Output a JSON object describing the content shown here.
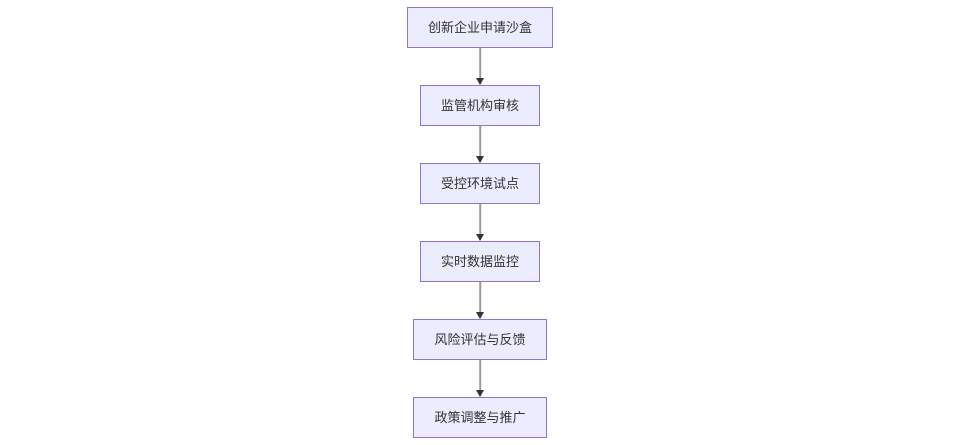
{
  "flowchart": {
    "type": "vertical-flowchart",
    "nodes": [
      {
        "label": "创新企业申请沙盒"
      },
      {
        "label": "监管机构审核"
      },
      {
        "label": "受控环境试点"
      },
      {
        "label": "实时数据监控"
      },
      {
        "label": "风险评估与反馈"
      },
      {
        "label": "政策调整与推广"
      }
    ],
    "edges": [
      {
        "from": 0,
        "to": 1
      },
      {
        "from": 1,
        "to": 2
      },
      {
        "from": 2,
        "to": 3
      },
      {
        "from": 3,
        "to": 4
      },
      {
        "from": 4,
        "to": 5
      }
    ],
    "colors": {
      "node_fill": "#ECECFF",
      "node_border": "#9370DB",
      "text": "#333333",
      "edge_line": "#999999",
      "arrowhead": "#333333"
    }
  }
}
